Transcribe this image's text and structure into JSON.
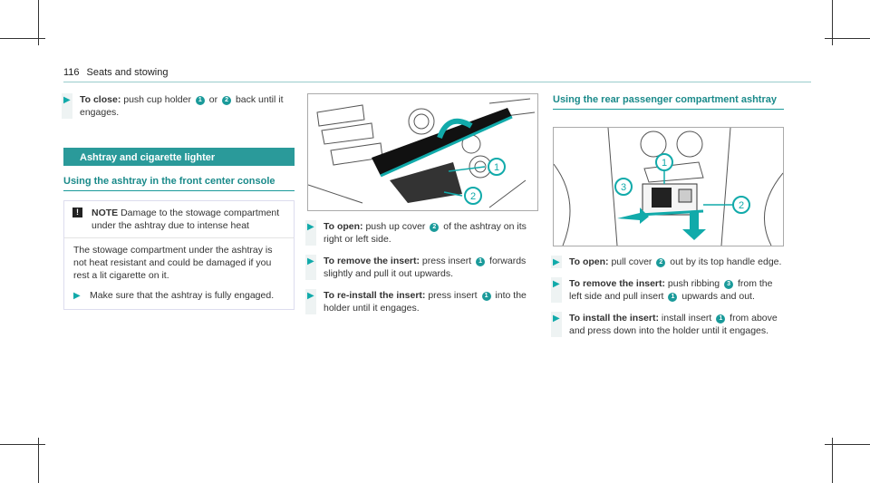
{
  "header": {
    "page_number": "116",
    "section": "Seats and stowing"
  },
  "col1": {
    "close_step": {
      "label": "To close:",
      "t1": " push cup holder ",
      "n1": "1",
      "t2": " or ",
      "n2": "2",
      "t3": " back until it engages."
    },
    "banner": "Ashtray and cigarette lighter",
    "subhead": "Using the ashtray in the front center console",
    "note": {
      "label": "NOTE",
      "text": " Damage to the stowage compartment under the ashtray due to intense heat"
    },
    "note_body": "The stowage compartment under the ashtray is not heat resistant and could be damaged if you rest a lit cigarette on it.",
    "note_step": "Make sure that the ashtray is fully engaged."
  },
  "col2": {
    "figure_callouts": [
      "1",
      "2"
    ],
    "open": {
      "label": "To open:",
      "t1": " push up cover ",
      "n1": "2",
      "t2": " of the ashtray on its right or left side."
    },
    "remove": {
      "label": "To remove the insert:",
      "t1": " press insert ",
      "n1": "1",
      "t2": " forwards slightly and pull it out upwards."
    },
    "reinstall": {
      "label": "To re-install the insert:",
      "t1": " press insert ",
      "n1": "1",
      "t2": " into the holder until it engages."
    }
  },
  "col3": {
    "subhead": "Using the rear passenger compartment ashtray",
    "figure_callouts": [
      "1",
      "3",
      "2"
    ],
    "open": {
      "label": "To open:",
      "t1": " pull cover ",
      "n1": "2",
      "t2": " out by its top handle edge."
    },
    "remove": {
      "label": "To remove the insert:",
      "t1": " push ribbing ",
      "n1": "3",
      "t2": " from the left side and pull insert ",
      "n2": "1",
      "t3": " upwards and out."
    },
    "install": {
      "label": "To install the insert:",
      "t1": " install insert ",
      "n1": "1",
      "t2": " from above and press down into the holder until it engages."
    }
  },
  "colors": {
    "accent": "#2a9a9a",
    "callout": "#1a9a9a"
  }
}
